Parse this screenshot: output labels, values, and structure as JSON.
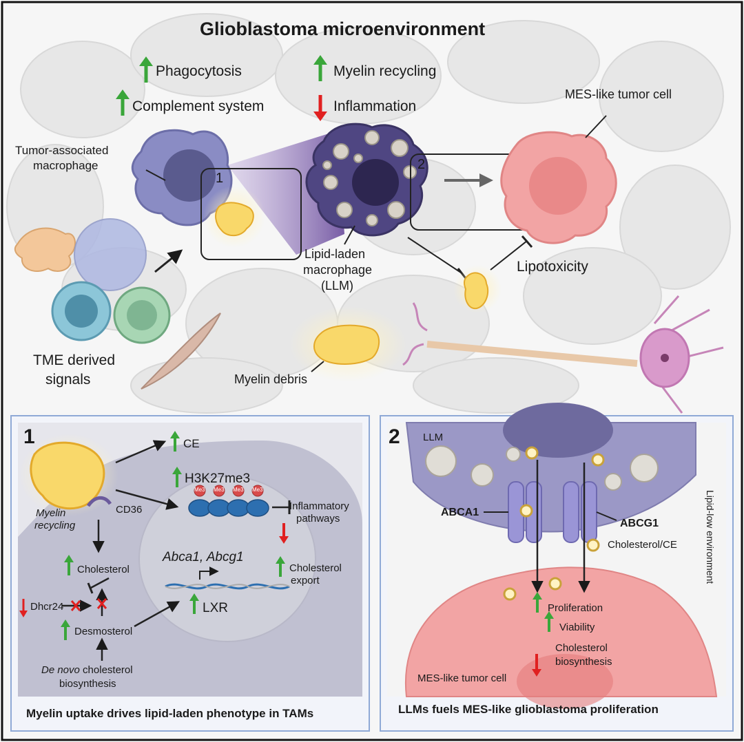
{
  "title": "Glioblastoma microenvironment",
  "effects": {
    "phagocytosis": "Phagocytosis",
    "complement": "Complement system",
    "myelin_recycling": "Myelin recycling",
    "inflammation": "Inflammation"
  },
  "cells": {
    "mes_like": "MES-like tumor cell",
    "tam_line1": "Tumor-associated",
    "tam_line2": "macrophage",
    "llm_line1": "Lipid-laden",
    "llm_line2": "macrophage",
    "llm_line3": "(LLM)",
    "lipotoxicity": "Lipotoxicity",
    "myelin_debris": "Myelin debris",
    "tme_line1": "TME derived",
    "tme_line2": "signals"
  },
  "zoom_markers": {
    "one": "1",
    "two": "2"
  },
  "panel1": {
    "number": "1",
    "ce": "CE",
    "h3k27me3": "H3K27me3",
    "me3": "Me3",
    "cd36": "CD36",
    "myelin_recycling_1": "Myelin",
    "myelin_recycling_2": "recycling",
    "inflammatory_1": "Inflammatory",
    "inflammatory_2": "pathways",
    "genes": "Abca1, Abcg1",
    "cholesterol": "Cholesterol",
    "cholesterol_export_1": "Cholesterol",
    "cholesterol_export_2": "export",
    "dhcr24": "Dhcr24",
    "lxr": "LXR",
    "desmosterol": "Desmosterol",
    "de_novo": "De novo",
    "de_novo_rest": "cholesterol",
    "biosynthesis": "biosynthesis",
    "caption": "Myelin uptake drives lipid-laden phenotype in TAMs"
  },
  "panel2": {
    "number": "2",
    "llm": "LLM",
    "abca1": "ABCA1",
    "abcg1": "ABCG1",
    "cholesterol_ce": "Cholesterol/CE",
    "lipid_low": "Lipid-low environment",
    "proliferation": "Proliferation",
    "viability": "Viability",
    "chol_bio_1": "Cholesterol",
    "chol_bio_2": "biosynthesis",
    "mes_like": "MES-like tumor cell",
    "caption": "LLMs fuels MES-like glioblastoma proliferation"
  },
  "colors": {
    "up": "#3aa63a",
    "down": "#e02020",
    "tam": "#7d7fb8",
    "llm": "#4f4682",
    "tumor": "#f2a4a4",
    "myelin": "#f5c94a",
    "panel_border": "#8fa9d6"
  },
  "icons": {
    "up": "up-arrow-icon",
    "down": "down-arrow-icon"
  }
}
